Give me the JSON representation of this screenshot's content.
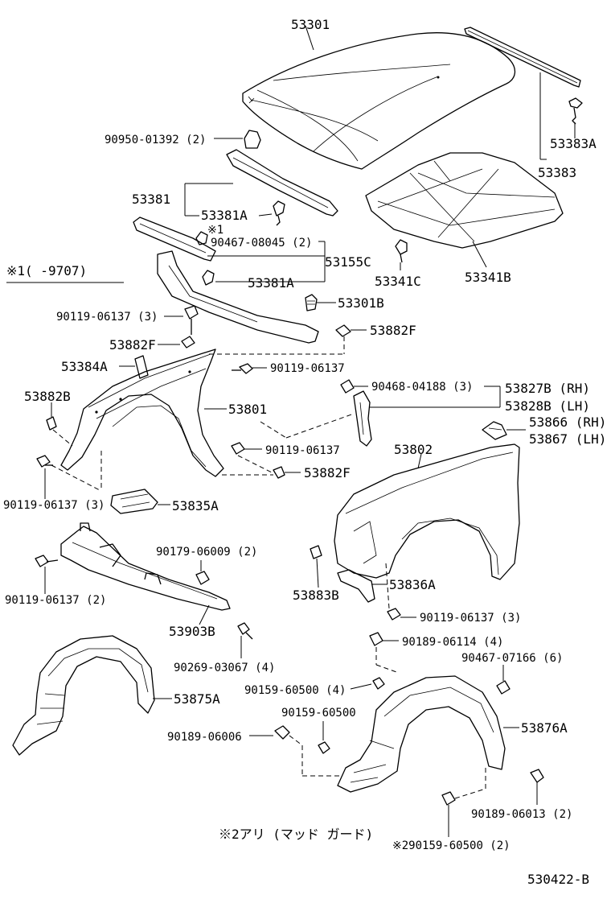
{
  "labels": {
    "hood": "53301",
    "weatherstrip": "53383",
    "weatherstrip_clip": "53383A",
    "hood_cushion": "90950-01392 (2)",
    "hood_seal_upper": "53381",
    "hood_seal_clip": "53381A",
    "note1_marker": "※1",
    "clip_90467_08045": "90467-08045 (2)",
    "seal_clip_2": "53381A",
    "radiator_support_seal": "53155C",
    "note1_range": "※1(     -9707)",
    "insulator": "53341B",
    "insulator_clip": "53341C",
    "bumper_stop": "53301B",
    "nut_right": "53882F",
    "bolt_90119_3": "90119-06137 (3)",
    "nut_left": "53882F",
    "bracket_a": "53384A",
    "bolt_90119_a": "90119-06137",
    "clip_90468": "90468-04188 (3)",
    "bracket_rh": "53827B (RH)",
    "bracket_lh": "53828B (LH)",
    "nut_53882b": "53882B",
    "fender_lh": "53801",
    "bracket_rh2": "53866 (RH)",
    "bracket_lh2": "53867 (LH)",
    "bolt_90119_b": "90119-06137",
    "nut_53882f_b": "53882F",
    "bolt_90119_3b": "90119-06137 (3)",
    "fender_rh": "53802",
    "bracket_53835a": "53835A",
    "nut_90179": "90179-06009 (2)",
    "bolt_90119_2": "90119-06137 (2)",
    "bracket_53836a": "53836A",
    "nut_53883b": "53883B",
    "bolt_90119_3c": "90119-06137 (3)",
    "bracket_53903b": "53903B",
    "clip_90189_4": "90189-06114 (4)",
    "screw_90269": "90269-03067 (4)",
    "clip_90467_6": "90467-07166 (6)",
    "liner_lh": "53875A",
    "screw_90159_4": "90159-60500 (4)",
    "screw_90159": "90159-60500",
    "clip_90189_06006": "90189-06006",
    "liner_rh": "53876A",
    "clip_90189_06013": "90189-06013 (2)",
    "note2": "※2アリ (マッド ガード)",
    "note2_screw": "※290159-60500 (2)",
    "diagram_id": "530422-B"
  }
}
